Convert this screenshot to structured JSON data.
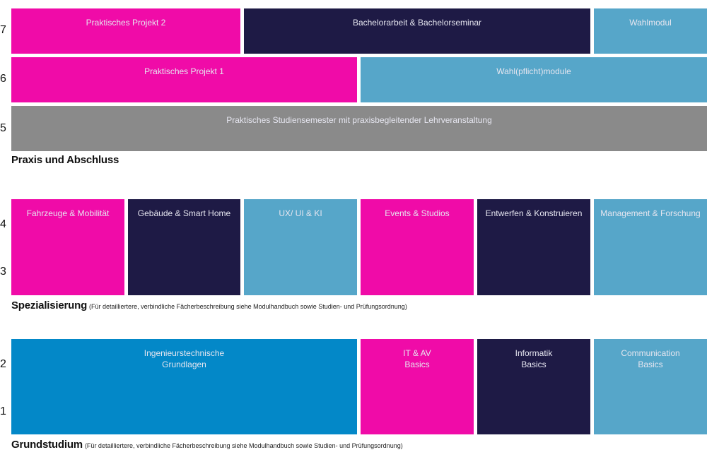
{
  "sections": {
    "praxis": {
      "title": "Praxis und Abschluss",
      "note": ""
    },
    "spezialisierung": {
      "title": "Spezialisierung",
      "note": "(Für detailliertere, verbindliche Fächerbeschreibung siehe Modulhandbuch sowie Studien- und Prüfungsordnung)"
    },
    "grundstudium": {
      "title": "Grundstudium",
      "note": "(Für detailliertere, verbindliche Fächerbeschreibung siehe Modulhandbuch sowie Studien- und Prüfungsordnung)"
    }
  },
  "semesters": [
    "7",
    "6",
    "5",
    "4",
    "3",
    "2",
    "1"
  ],
  "modules": {
    "sem7": {
      "praktisches_projekt_2": "Praktisches Projekt 2",
      "bachelorarbeit": "Bachelorarbeit & Bachelorseminar",
      "wahlmodul": "Wahlmodul"
    },
    "sem6": {
      "praktisches_projekt_1": "Praktisches Projekt 1",
      "wahlpflichtmodule": "Wahl(pflicht)module"
    },
    "sem5": {
      "praxissemester": "Praktisches Studiensemester mit praxisbegleitender Lehrveranstaltung"
    },
    "spezialisierung": [
      "Fahrzeuge & Mobilität",
      "Gebäude & Smart Home",
      "UX/ UI & KI",
      "Events & Studios",
      "Entwerfen & Konstruieren",
      "Management & Forschung"
    ],
    "grundstudium": {
      "ingenieur": "Ingenieurstechnische\nGrundlagen",
      "it_av": "IT & AV\nBasics",
      "informatik": "Informatik\nBasics",
      "communication": "Communication\nBasics"
    }
  },
  "colors": {
    "pink": "#f00ba8",
    "navy": "#1e1a45",
    "light_blue": "#56a6c9",
    "gray": "#8a8a8a",
    "blue": "#0388c8"
  }
}
